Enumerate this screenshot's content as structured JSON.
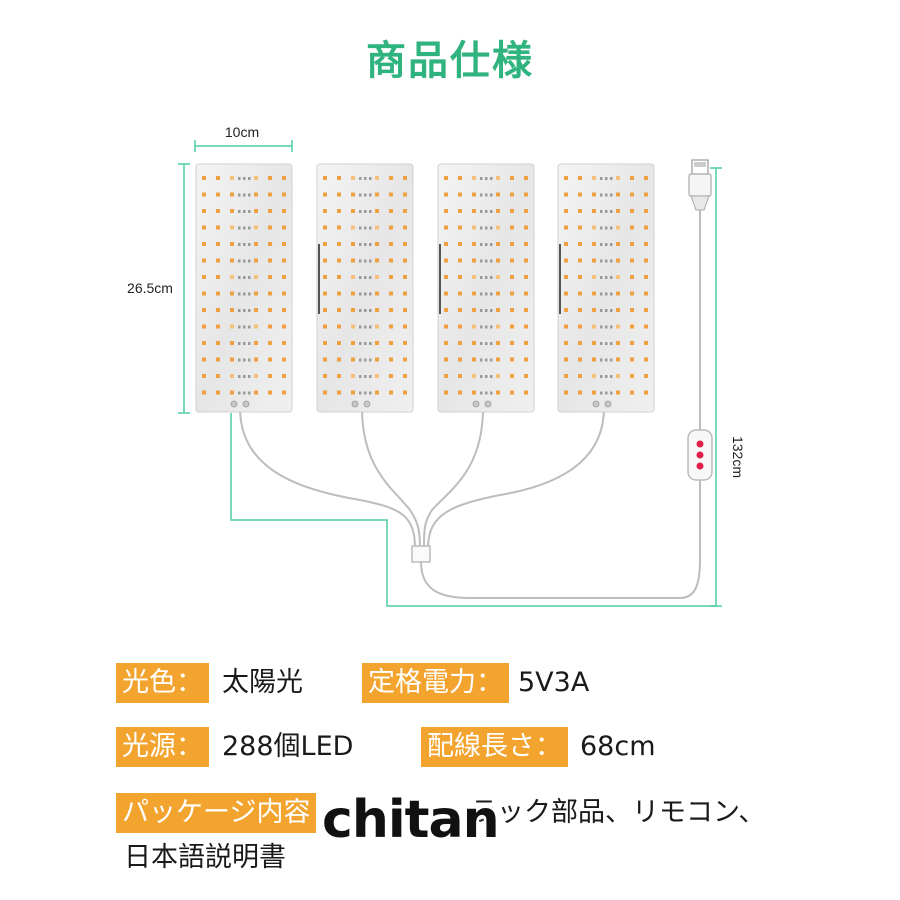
{
  "title": "商品仕様",
  "dimensions": {
    "width": "10cm",
    "height": "26.5cm",
    "cable": "132cm"
  },
  "specs": [
    {
      "label": "光色：",
      "value": "太陽光"
    },
    {
      "label": "定格電力：",
      "value": "5V3A"
    },
    {
      "label": "光源：",
      "value": "288個LED"
    },
    {
      "label": "配線長さ：",
      "value": "68cm"
    }
  ],
  "package": {
    "label": "パッケージ内容",
    "value_line1": "ラック部品、リモコン、",
    "value_line2": "日本語説明書"
  },
  "watermark": "chitan",
  "colors": {
    "accent_green": "#2fb37f",
    "label_orange": "#f3a42f",
    "led_orange": "#f0a040",
    "dimension_line": "#4ccf9e"
  }
}
